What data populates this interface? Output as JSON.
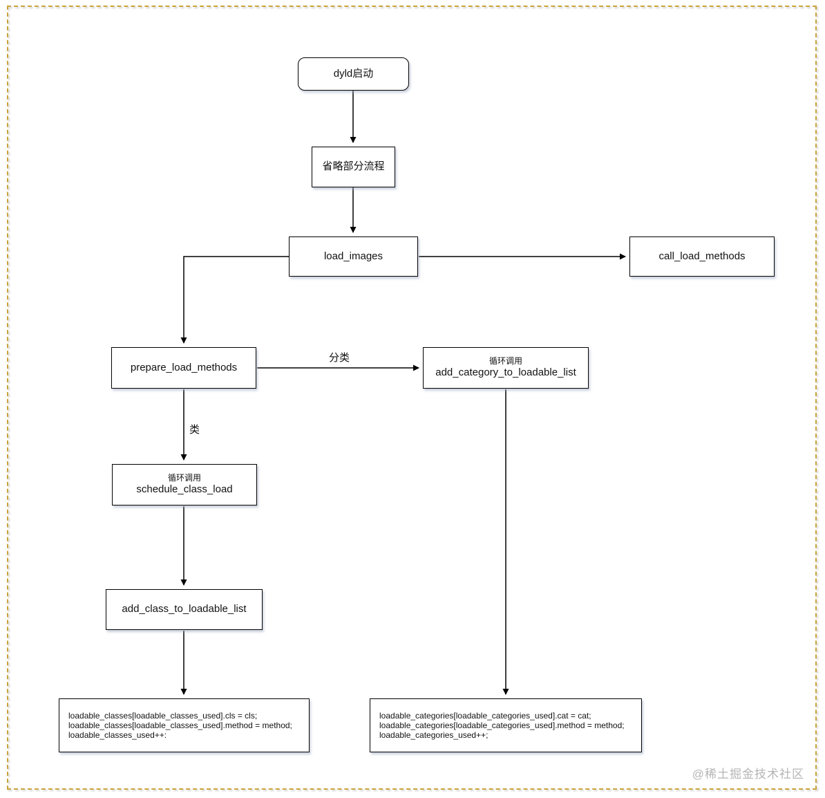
{
  "nodes": {
    "dyld_start": {
      "label": "dyld启动"
    },
    "omitted_flow": {
      "label": "省略部分流程"
    },
    "load_images": {
      "label": "load_images"
    },
    "call_load_methods": {
      "label": "call_load_methods"
    },
    "prepare_load_methods": {
      "label": "prepare_load_methods"
    },
    "add_category_to_loadable_list": {
      "subtitle": "循环调用",
      "label": "add_category_to_loadable_list"
    },
    "schedule_class_load": {
      "subtitle": "循环调用",
      "label": "schedule_class_load"
    },
    "add_class_to_loadable_list": {
      "label": "add_class_to_loadable_list"
    },
    "loadable_classes_code": {
      "lines": [
        "loadable_classes[loadable_classes_used].cls = cls;",
        "loadable_classes[loadable_classes_used].method = method;",
        "loadable_classes_used++:"
      ]
    },
    "loadable_categories_code": {
      "lines": [
        "loadable_categories[loadable_categories_used].cat = cat;",
        "loadable_categories[loadable_categories_used].method = method;",
        "loadable_categories_used++;"
      ]
    }
  },
  "edge_labels": {
    "category": "分类",
    "class": "类"
  },
  "edges": [
    {
      "from": "dyld_start",
      "to": "omitted_flow",
      "label": ""
    },
    {
      "from": "omitted_flow",
      "to": "load_images",
      "label": ""
    },
    {
      "from": "load_images",
      "to": "call_load_methods",
      "label": ""
    },
    {
      "from": "load_images",
      "to": "prepare_load_methods",
      "label": ""
    },
    {
      "from": "prepare_load_methods",
      "to": "add_category_to_loadable_list",
      "label": "分类"
    },
    {
      "from": "prepare_load_methods",
      "to": "schedule_class_load",
      "label": "类"
    },
    {
      "from": "schedule_class_load",
      "to": "add_class_to_loadable_list",
      "label": ""
    },
    {
      "from": "add_class_to_loadable_list",
      "to": "loadable_classes_code",
      "label": ""
    },
    {
      "from": "add_category_to_loadable_list",
      "to": "loadable_categories_code",
      "label": ""
    }
  ],
  "watermark": "@稀土掘金技术社区",
  "colors": {
    "frame_border": "#c9a43c",
    "node_border": "#000000",
    "node_shadow": "#a0acc2",
    "watermark_text": "#b5b5b5"
  }
}
